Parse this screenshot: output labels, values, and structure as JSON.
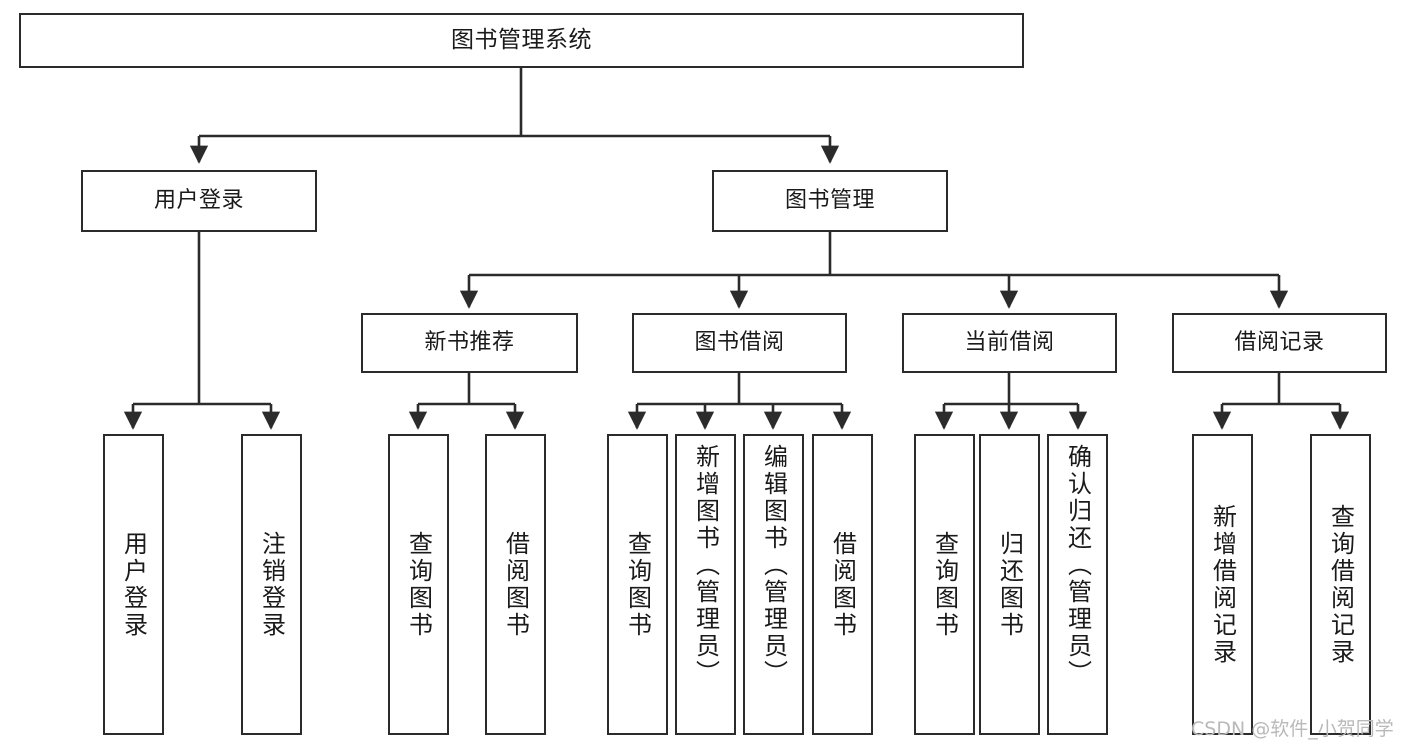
{
  "diagram": {
    "type": "tree",
    "title": "图书管理系统",
    "watermark": "CSDN @软件_小贺同学",
    "colors": {
      "box_border": "#2b2b2b",
      "box_fill": "#ffffff",
      "edge": "#2b2b2b",
      "text": "#1a1a1a",
      "watermark": "#b9b9b9",
      "background": "#ffffff"
    },
    "levels": {
      "root": {
        "label": "图书管理系统"
      },
      "level2": [
        {
          "label": "用户登录"
        },
        {
          "label": "图书管理"
        }
      ],
      "level3": [
        {
          "label": "新书推荐"
        },
        {
          "label": "图书借阅"
        },
        {
          "label": "当前借阅"
        },
        {
          "label": "借阅记录"
        }
      ],
      "leaves": {
        "user_login": [
          {
            "label": "用户登录"
          },
          {
            "label": "注销登录"
          }
        ],
        "new_book_recommend": [
          {
            "label": "查询图书"
          },
          {
            "label": "借阅图书"
          }
        ],
        "book_borrow": [
          {
            "label": "查询图书"
          },
          {
            "label": "新增图书（管理员）"
          },
          {
            "label": "编辑图书（管理员）"
          },
          {
            "label": "借阅图书"
          }
        ],
        "current_borrow": [
          {
            "label": "查询图书"
          },
          {
            "label": "归还图书"
          },
          {
            "label": "确认归还（管理员）"
          }
        ],
        "borrow_record": [
          {
            "label": "新增借阅记录"
          },
          {
            "label": "查询借阅记录"
          }
        ]
      }
    }
  }
}
